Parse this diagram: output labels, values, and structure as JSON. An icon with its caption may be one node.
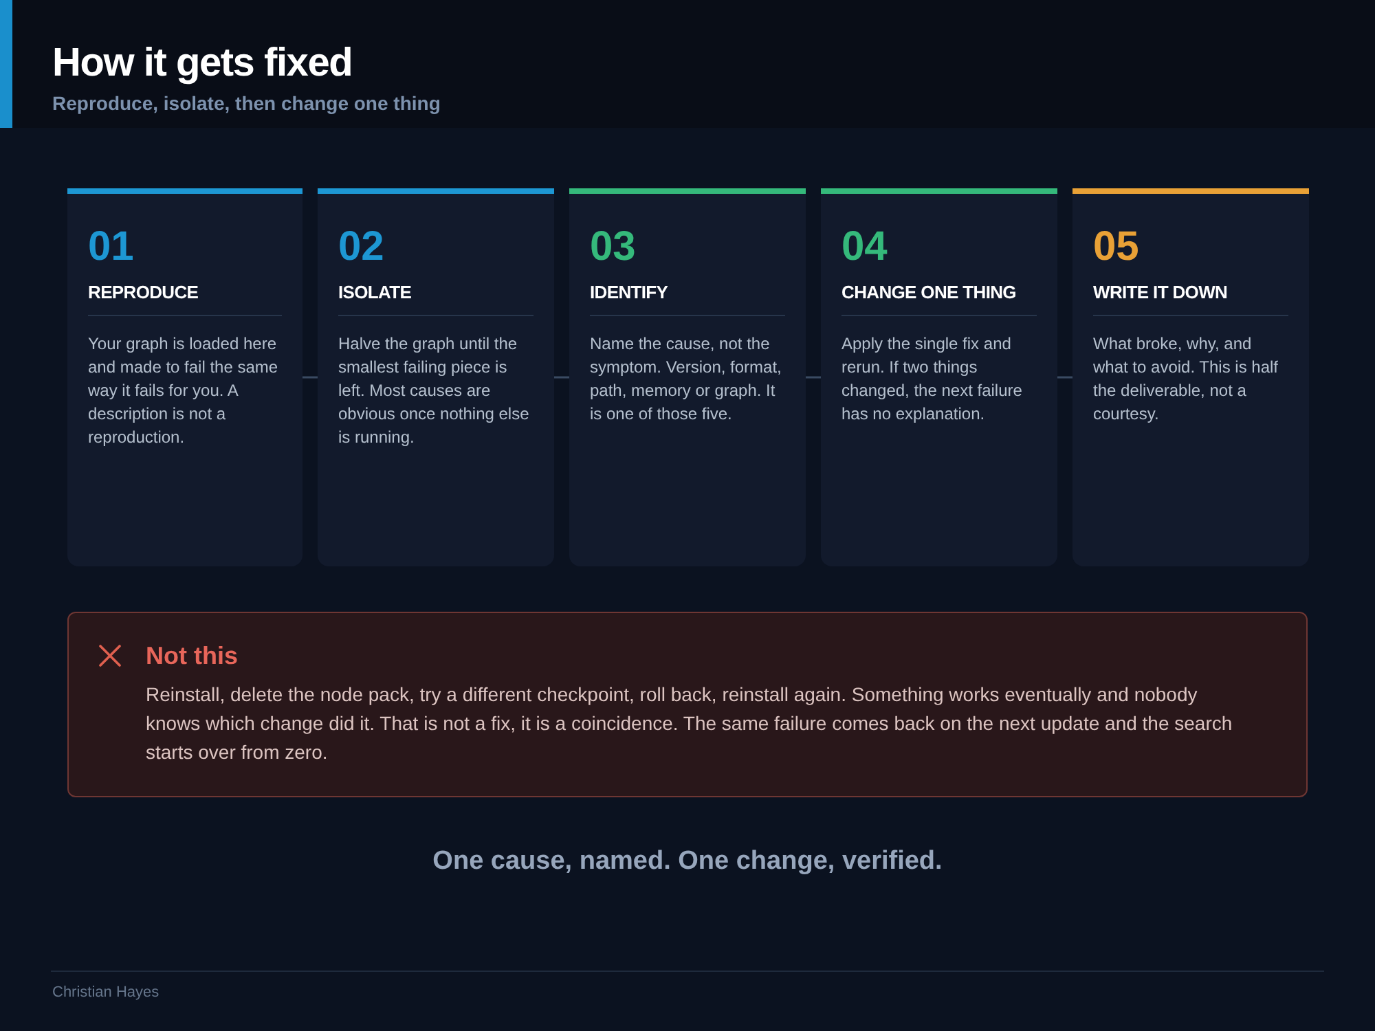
{
  "diagram": {
    "title": "How it gets fixed",
    "nodes": [
      {
        "text": [
          "01",
          "REPRODUCE",
          "Your graph is loaded here and made to fail the same way it fails for you. A description is not a reproduction."
        ]
      },
      {
        "text": [
          "02",
          "ISOLATE",
          "Halve the graph until the smallest failing piece is left. Most causes are obvious once nothing else is running."
        ]
      },
      {
        "text": [
          "03",
          "IDENTIFY",
          "Name the cause, not the symptom. Version, format, path, memory or graph. It is one of those five."
        ]
      },
      {
        "text": [
          "04",
          "CHANGE ONE THING",
          "Apply the single fix and rerun. If two things changed, the next failure has no explanation."
        ]
      },
      {
        "text": [
          "05",
          "WRITE IT DOWN",
          "What broke, why, and what to avoid. This is half the deliverable, not a courtesy."
        ]
      },
      {
        "text": [
          "Not this",
          "Reinstall, delete the node pack, try a different checkpoint, roll back, reinstall again. Something works eventually and nobody knows which change did it. That is not a fix, it is a coincidence. The same failure comes back on the next update and the search starts over from zero."
        ]
      }
    ],
    "edges": [
      {
        "from": 0,
        "to": 1,
        "arrow": "none"
      },
      {
        "from": 1,
        "to": 2,
        "arrow": "none"
      },
      {
        "from": 2,
        "to": 3,
        "arrow": "none"
      },
      {
        "from": 3,
        "to": 4,
        "arrow": "none"
      }
    ],
    "labels": [
      "Reproduce, isolate, then change one thing",
      "One cause, named. One change, verified.",
      "Christian Hayes"
    ]
  }
}
